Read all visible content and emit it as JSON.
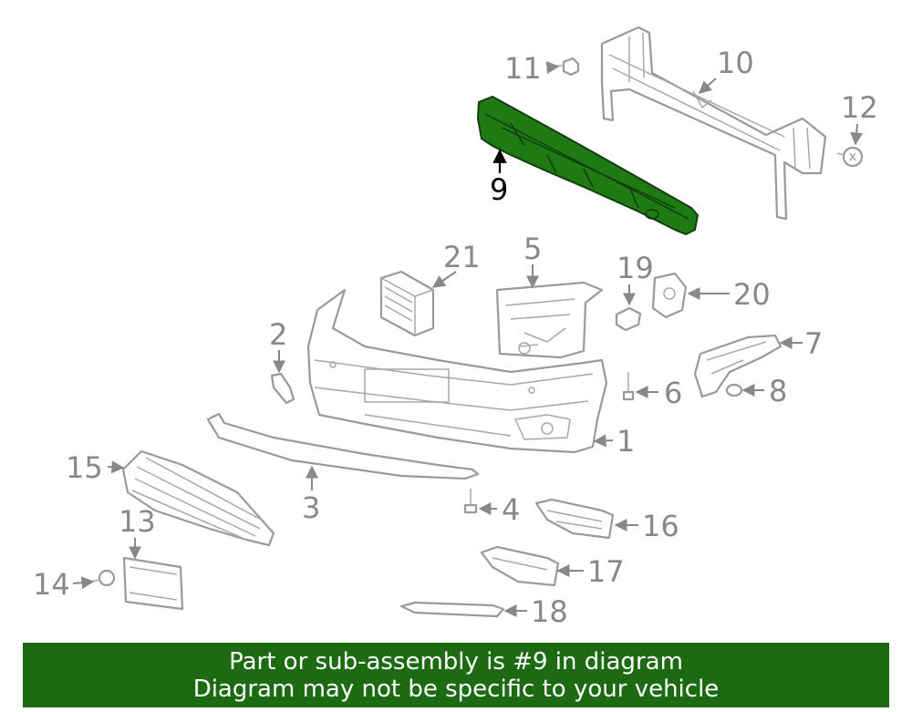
{
  "diagram": {
    "callouts": [
      {
        "id": "1",
        "label": "1"
      },
      {
        "id": "2",
        "label": "2"
      },
      {
        "id": "3",
        "label": "3"
      },
      {
        "id": "4",
        "label": "4"
      },
      {
        "id": "5",
        "label": "5"
      },
      {
        "id": "6",
        "label": "6"
      },
      {
        "id": "7",
        "label": "7"
      },
      {
        "id": "8",
        "label": "8"
      },
      {
        "id": "9",
        "label": "9",
        "highlighted": true
      },
      {
        "id": "10",
        "label": "10"
      },
      {
        "id": "11",
        "label": "11"
      },
      {
        "id": "12",
        "label": "12"
      },
      {
        "id": "13",
        "label": "13"
      },
      {
        "id": "14",
        "label": "14"
      },
      {
        "id": "15",
        "label": "15"
      },
      {
        "id": "16",
        "label": "16"
      },
      {
        "id": "17",
        "label": "17"
      },
      {
        "id": "18",
        "label": "18"
      },
      {
        "id": "19",
        "label": "19"
      },
      {
        "id": "20",
        "label": "20"
      },
      {
        "id": "21",
        "label": "21"
      }
    ],
    "colors": {
      "highlight_part": "#1f7a14",
      "line_art": "#9a9a9a",
      "label_text": "#888888",
      "highlight_label": "#000000"
    }
  },
  "banner": {
    "line1": "Part or sub-assembly is #9 in diagram",
    "line2": "Diagram may not be specific to your vehicle",
    "background": "#1c6b12"
  }
}
